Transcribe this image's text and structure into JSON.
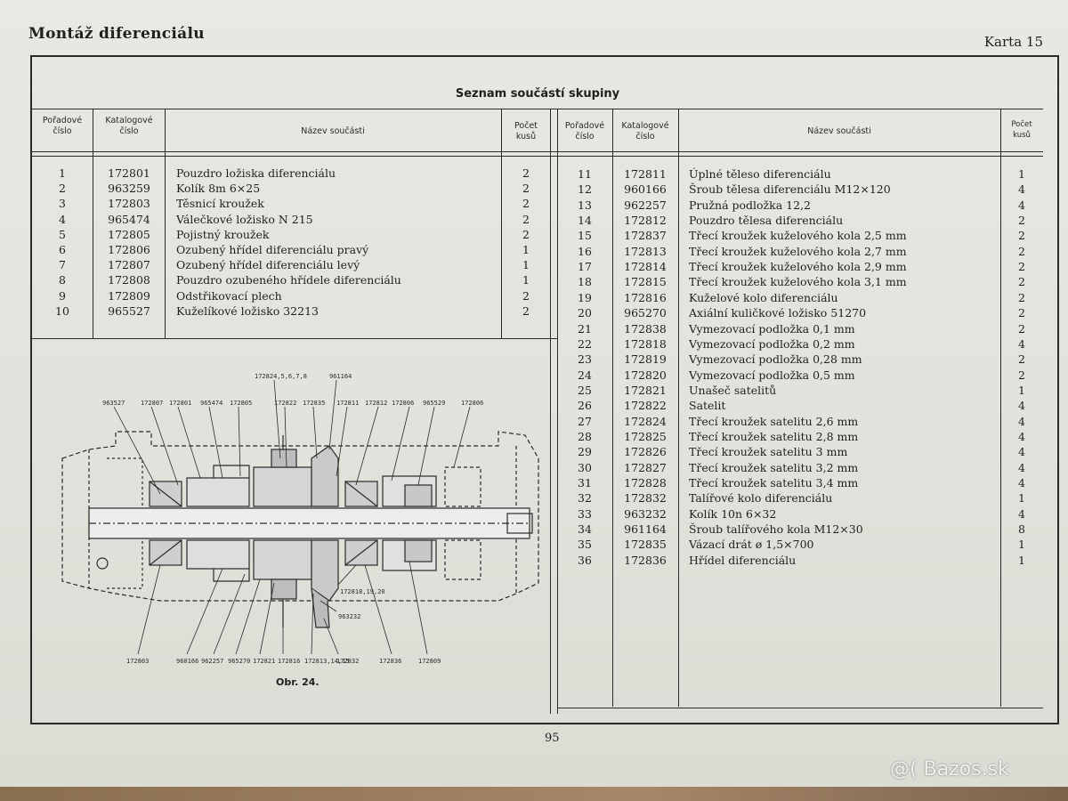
{
  "document": {
    "title": "Montáž diferenciálu",
    "card": "Karta 15",
    "section_title": "Seznam součástí skupiny",
    "figure_caption": "Obr. 24.",
    "page_number": "95"
  },
  "table": {
    "headers": {
      "order_no": "Pořadové číslo",
      "catalog_no": "Katalogové číslo",
      "part_name": "Název součásti",
      "qty_left": "Počet kusů",
      "qty_right": "Počet kusů"
    },
    "left_rows": [
      {
        "no": "1",
        "cat": "172801",
        "name": "Pouzdro ložiska diferenciálu",
        "qty": "2"
      },
      {
        "no": "2",
        "cat": "963259",
        "name": "Kolík 8m 6×25",
        "qty": "2"
      },
      {
        "no": "3",
        "cat": "172803",
        "name": "Těsnicí kroužek",
        "qty": "2"
      },
      {
        "no": "4",
        "cat": "965474",
        "name": "Válečkové ložisko N 215",
        "qty": "2"
      },
      {
        "no": "5",
        "cat": "172805",
        "name": "Pojistný kroužek",
        "qty": "2"
      },
      {
        "no": "6",
        "cat": "172806",
        "name": "Ozubený hřídel diferenciálu pravý",
        "qty": "1"
      },
      {
        "no": "7",
        "cat": "172807",
        "name": "Ozubený hřídel diferenciálu levý",
        "qty": "1"
      },
      {
        "no": "8",
        "cat": "172808",
        "name": "Pouzdro ozubeného hřídele diferenciálu",
        "qty": "1"
      },
      {
        "no": "9",
        "cat": "172809",
        "name": "Odstřikovací plech",
        "qty": "2"
      },
      {
        "no": "10",
        "cat": "965527",
        "name": "Kuželíkové ložisko 32213",
        "qty": "2"
      }
    ],
    "right_rows": [
      {
        "no": "11",
        "cat": "172811",
        "name": "Úplné těleso diferenciálu",
        "qty": "1"
      },
      {
        "no": "12",
        "cat": "960166",
        "name": "Šroub tělesa diferenciálu M12×120",
        "qty": "4"
      },
      {
        "no": "13",
        "cat": "962257",
        "name": "Pružná podložka 12,2",
        "qty": "4"
      },
      {
        "no": "14",
        "cat": "172812",
        "name": "Pouzdro tělesa diferenciálu",
        "qty": "2"
      },
      {
        "no": "15",
        "cat": "172837",
        "name": "Třecí kroužek kuželového kola 2,5 mm",
        "qty": "2"
      },
      {
        "no": "16",
        "cat": "172813",
        "name": "Třecí kroužek kuželového kola 2,7 mm",
        "qty": "2"
      },
      {
        "no": "17",
        "cat": "172814",
        "name": "Třecí kroužek kuželového kola 2,9 mm",
        "qty": "2"
      },
      {
        "no": "18",
        "cat": "172815",
        "name": "Třecí kroužek kuželového kola 3,1 mm",
        "qty": "2"
      },
      {
        "no": "19",
        "cat": "172816",
        "name": "Kuželové kolo diferenciálu",
        "qty": "2"
      },
      {
        "no": "20",
        "cat": "965270",
        "name": "Axiální kuličkové ložisko 51270",
        "qty": "2"
      },
      {
        "no": "21",
        "cat": "172838",
        "name": "Vymezovací podložka 0,1 mm",
        "qty": "2"
      },
      {
        "no": "22",
        "cat": "172818",
        "name": "Vymezovací podložka 0,2 mm",
        "qty": "4"
      },
      {
        "no": "23",
        "cat": "172819",
        "name": "Vymezovací podložka 0,28 mm",
        "qty": "2"
      },
      {
        "no": "24",
        "cat": "172820",
        "name": "Vymezovací podložka 0,5 mm",
        "qty": "2"
      },
      {
        "no": "25",
        "cat": "172821",
        "name": "Unašeč satelitů",
        "qty": "1"
      },
      {
        "no": "26",
        "cat": "172822",
        "name": "Satelit",
        "qty": "4"
      },
      {
        "no": "27",
        "cat": "172824",
        "name": "Třecí kroužek satelitu 2,6 mm",
        "qty": "4"
      },
      {
        "no": "28",
        "cat": "172825",
        "name": "Třecí kroužek satelitu 2,8 mm",
        "qty": "4"
      },
      {
        "no": "29",
        "cat": "172826",
        "name": "Třecí kroužek satelitu 3 mm",
        "qty": "4"
      },
      {
        "no": "30",
        "cat": "172827",
        "name": "Třecí kroužek satelitu 3,2 mm",
        "qty": "4"
      },
      {
        "no": "31",
        "cat": "172828",
        "name": "Třecí kroužek satelitu 3,4 mm",
        "qty": "4"
      },
      {
        "no": "32",
        "cat": "172832",
        "name": "Talířové kolo diferenciálu",
        "qty": "1"
      },
      {
        "no": "33",
        "cat": "963232",
        "name": "Kolík 10n 6×32",
        "qty": "4"
      },
      {
        "no": "34",
        "cat": "961164",
        "name": "Šroub talířového kola M12×30",
        "qty": "8"
      },
      {
        "no": "35",
        "cat": "172835",
        "name": "Vázací drát ø 1,5×700",
        "qty": "1"
      },
      {
        "no": "36",
        "cat": "172836",
        "name": "Hřídel diferenciálu",
        "qty": "1"
      }
    ]
  },
  "figure_labels": {
    "top": [
      "963527",
      "172807",
      "172801",
      "965474",
      "172805",
      "172824,5,6,7,8",
      "172822",
      "172835",
      "961164",
      "172811",
      "172812",
      "172806",
      "965529",
      "172806"
    ],
    "bottom": [
      "172803",
      "960166",
      "962257",
      "965270",
      "172821",
      "172816",
      "172813,14,15",
      "172832",
      "172836",
      "172809"
    ],
    "side": [
      "172818,19,20",
      "963232"
    ]
  },
  "watermark": "@( Bazos.sk"
}
